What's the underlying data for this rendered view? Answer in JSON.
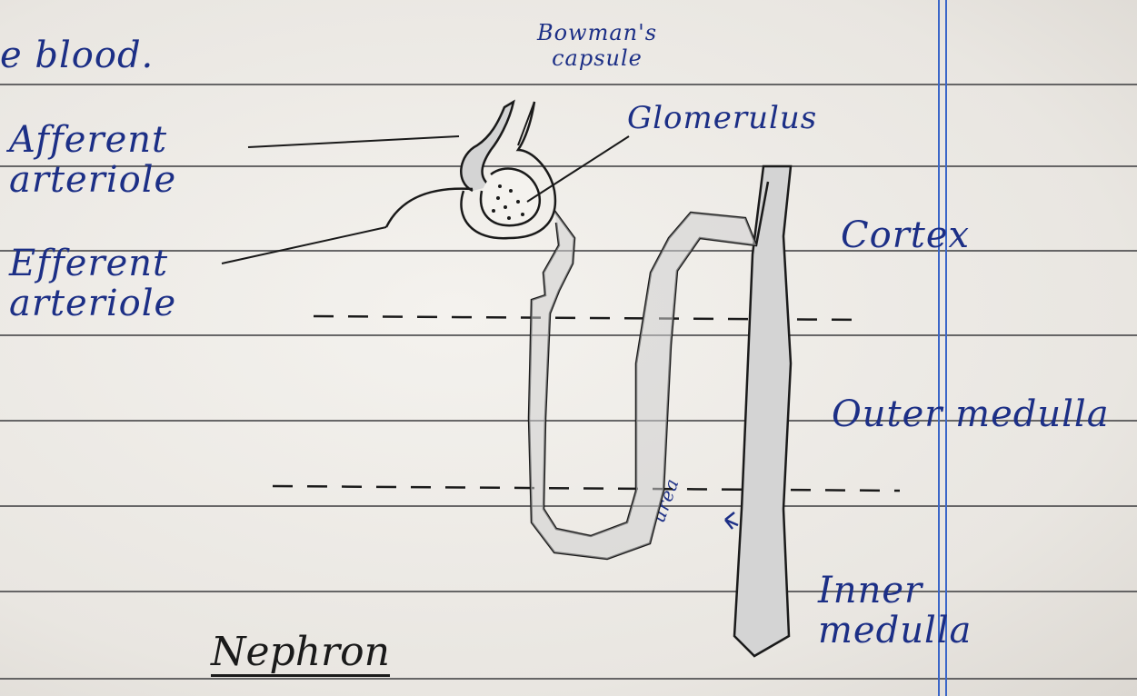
{
  "page": {
    "top_text": "e blood.",
    "title": "Nephron"
  },
  "labels": {
    "bowmans_capsule": "Bowman's capsule",
    "glomerulus": "Glomerulus",
    "afferent_arteriole": "Afferent arteriole",
    "efferent_arteriole": "Efferent arteriole",
    "cortex": "Cortex",
    "outer_medulla": "Outer medulla",
    "inner_medulla": "Inner medulla",
    "urea": "urea"
  },
  "colors": {
    "ink": "#1c2f86",
    "pencil": "#1a1a1a",
    "margin": "#3b66c8",
    "rule": "#3a3a3c",
    "shading": "#cfcfcf"
  }
}
